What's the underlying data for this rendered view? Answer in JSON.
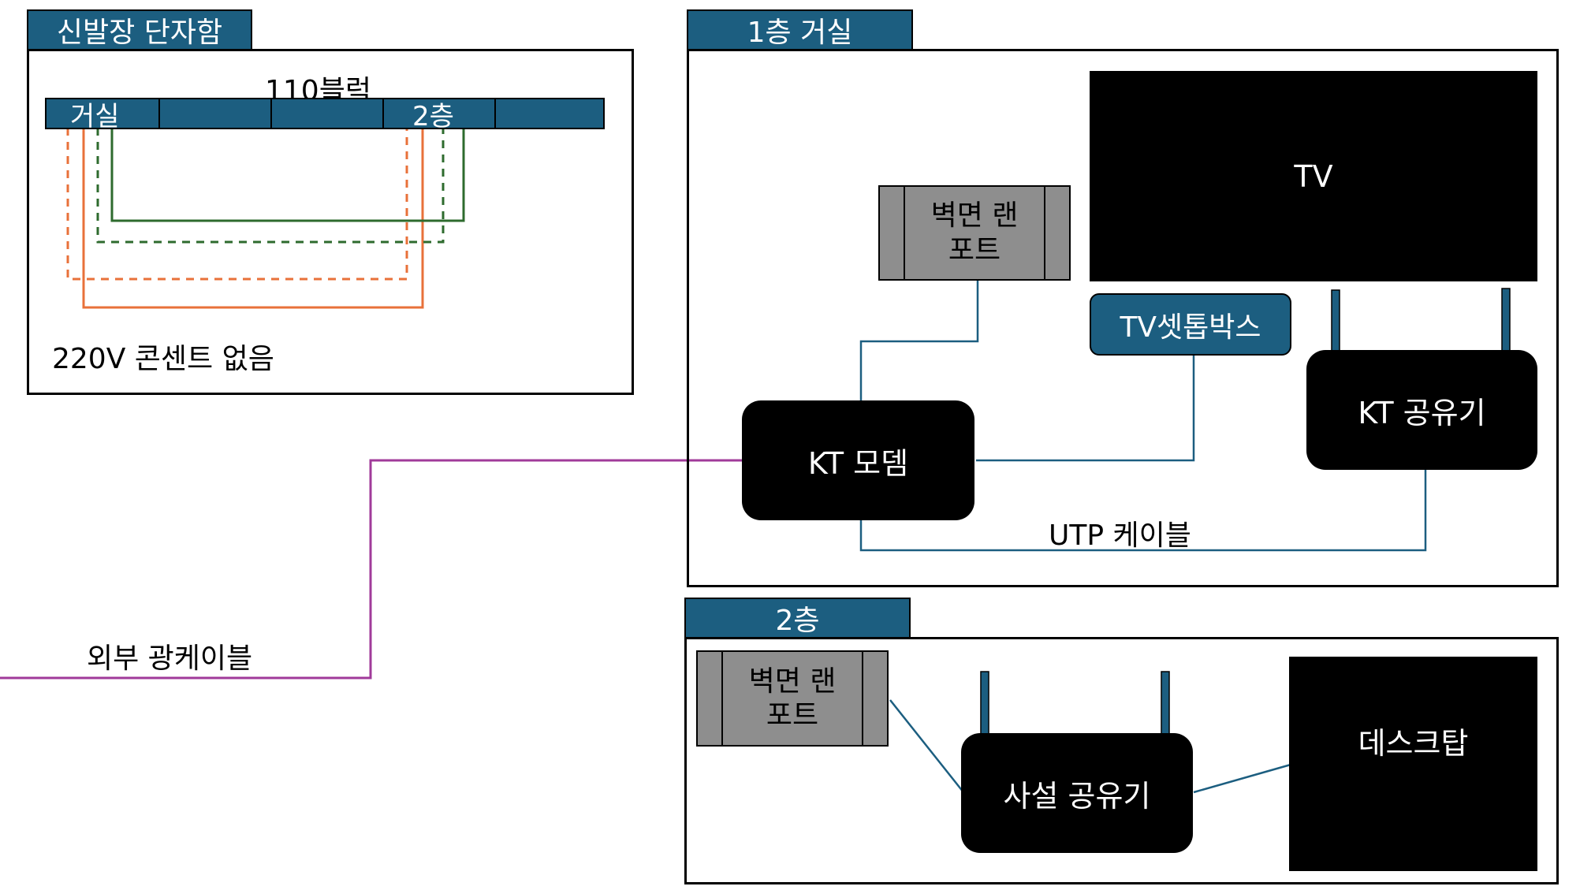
{
  "cabinet": {
    "title": "신발장 단자함",
    "block_label": "110블럭",
    "strip_left_label": "거실",
    "strip_right_label": "2층",
    "note": "220V 콘센트 없음"
  },
  "living_room": {
    "title": "1층 거실",
    "wall_port": "벽면 랜\n포트",
    "tv": "TV",
    "settop": "TV셋톱박스",
    "router": "KT 공유기",
    "modem": "KT 모뎀",
    "cable_label": "UTP 케이블"
  },
  "second_floor": {
    "title": "2층",
    "wall_port": "벽면 랜\n포트",
    "router": "사설 공유기",
    "desktop": "데스크탑"
  },
  "external": {
    "cable_label": "외부 광케이블"
  },
  "colors": {
    "tab_blue": "#1c5e80",
    "line_blue": "#1c5e80",
    "orange": "#e8713a",
    "green": "#2e6b2e",
    "purple": "#a03a9a",
    "port_gray": "#8e8e8e"
  }
}
